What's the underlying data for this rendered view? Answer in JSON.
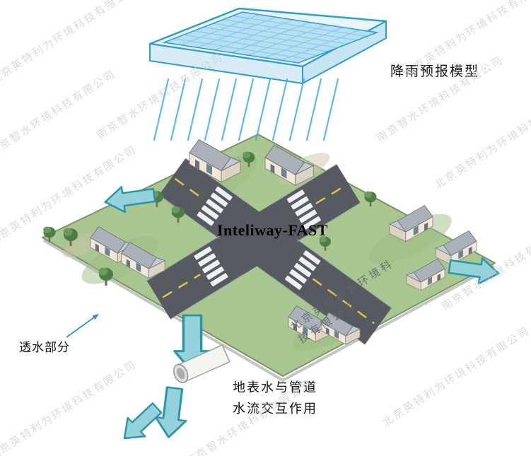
{
  "labels": {
    "rain_model": "降雨预报模型",
    "center_title": "Inteliway-FAST",
    "permeable": "透水部分",
    "interaction_line1": "地表水与管道",
    "interaction_line2": "水流交互作用"
  },
  "watermarks": {
    "company_beijing": "北京英特利为环境科技有限公司",
    "company_nanjing": "南京智水环境科技有限公司"
  },
  "colors": {
    "arrow_fill": "#93d2da",
    "arrow_stroke": "#2e93a8",
    "water_surface": "#b5dff2",
    "basin_stroke": "#2f9cc9",
    "rain": "#3fb0e0",
    "grass": "#a8c690",
    "road": "#565b61",
    "lane_marking": "#e3c04e",
    "roof": "#aab1b9",
    "wall": "#efe7d8"
  }
}
